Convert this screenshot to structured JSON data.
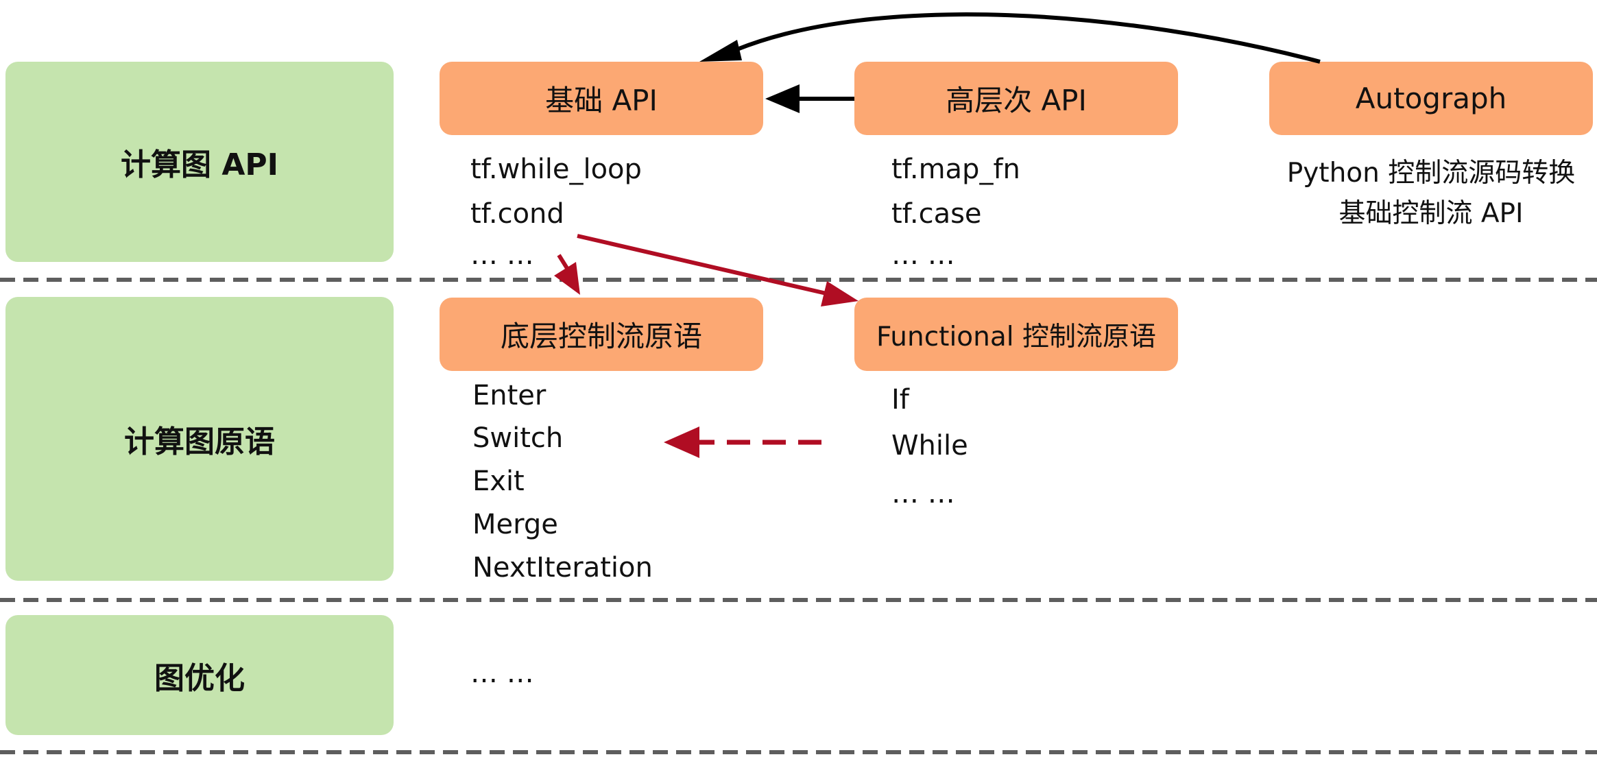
{
  "layers": {
    "api": "计算图 API",
    "primitives": "计算图原语",
    "optimization": "图优化"
  },
  "nodes": {
    "basic_api": "基础 API",
    "high_level_api": "高层次 API",
    "autograph": "Autograph",
    "low_level_primitives": "底层控制流原语",
    "functional_primitives": "Functional 控制流原语"
  },
  "lists": {
    "basic_api": [
      "tf.while_loop",
      "tf.cond",
      "… …"
    ],
    "high_level_api": [
      "tf.map_fn",
      "tf.case",
      "… …"
    ],
    "autograph_notes": [
      "Python 控制流源码转换",
      "基础控制流 API"
    ],
    "low_level": [
      "Enter",
      "Switch",
      "Exit",
      "Merge",
      "NextIteration"
    ],
    "functional": [
      "If",
      "While",
      "… …"
    ],
    "optimization": [
      "… …"
    ]
  },
  "colors": {
    "layer_fill": "#c5e4ae",
    "node_fill": "#fca873",
    "arrow_black": "#000000",
    "arrow_red": "#b00d23",
    "divider": "#5e5e5e"
  }
}
